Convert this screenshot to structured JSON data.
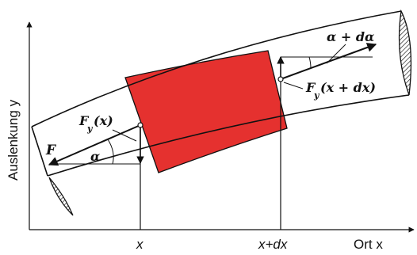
{
  "labels": {
    "y_axis": "Auslenkung y",
    "x_axis": "Ort x",
    "tick_x": "x",
    "tick_x_dx": "x+dx",
    "force_left": "F",
    "angle_left": "α",
    "fy_left": "F",
    "fy_left_sub": "y",
    "fy_left_arg": "(x)",
    "angle_right": "α + dα",
    "fy_right": "F",
    "fy_right_sub": "y",
    "fy_right_arg": "(x + dx)"
  },
  "colors": {
    "element_fill": "#e5312f",
    "outline": "#111111",
    "hatch": "#222222",
    "background": "#ffffff"
  }
}
